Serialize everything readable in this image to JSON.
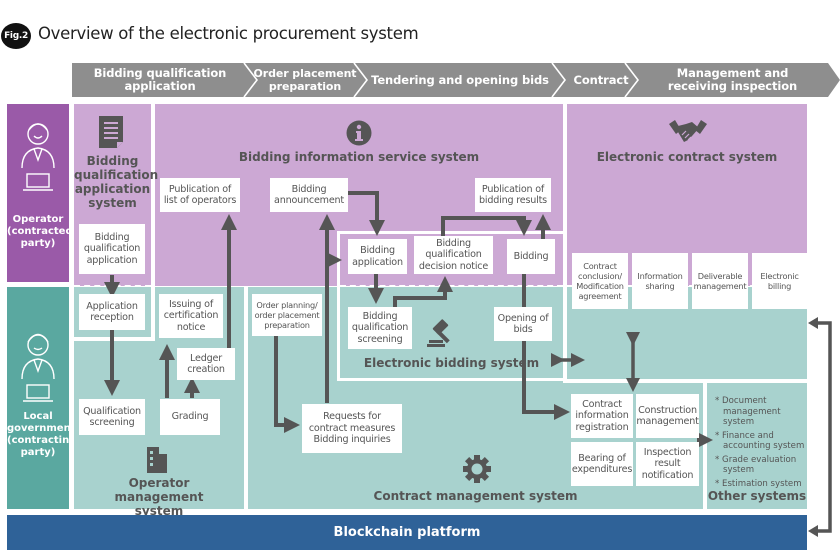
{
  "figure": {
    "badge": "Fig.2",
    "title": "Overview of the electronic procurement system"
  },
  "stages": [
    {
      "label": "Bidding qualification application"
    },
    {
      "label": "Order placement preparation"
    },
    {
      "label": "Tendering and opening bids"
    },
    {
      "label": "Contract"
    },
    {
      "label": "Management and receiving inspection"
    }
  ],
  "lanes": {
    "operator": {
      "label": "Operator (contracted party)",
      "icon": "person-with-laptop-icon"
    },
    "government": {
      "label": "Local government (contracting party)",
      "icon": "person-with-laptop-icon"
    }
  },
  "systems": {
    "bidding_qualification": {
      "title": "Bidding qualification application system",
      "icon": "document-icon",
      "boxes": {
        "application": "Bidding qualification application"
      }
    },
    "bidding_info": {
      "title": "Bidding information service system",
      "icon": "info-icon",
      "boxes": {
        "publication_operators": "Publication of list of operators",
        "announcement": "Bidding announcement",
        "publication_results": "Publication of bidding results"
      }
    },
    "electronic_bidding": {
      "title": "Electronic bidding system",
      "icon": "gavel-icon",
      "boxes": {
        "application": "Bidding application",
        "decision_notice": "Bidding qualification decision notice",
        "bidding": "Bidding",
        "screening": "Bidding qualification screening",
        "opening": "Opening of bids"
      }
    },
    "electronic_contract": {
      "title": "Electronic contract system",
      "icon": "handshake-icon",
      "boxes": {
        "conclusion": "Contract conclusion/ Modification agreement",
        "sharing": "Information sharing",
        "deliverable": "Deliverable management",
        "billing": "Electronic billing"
      }
    },
    "operator_management": {
      "title": "Operator management system",
      "icon": "building-icon",
      "boxes": {
        "reception": "Application reception",
        "certification": "Issuing of certification notice",
        "ledger": "Ledger creation",
        "screening": "Qualification screening",
        "grading": "Grading"
      }
    },
    "contract_management": {
      "title": "Contract management system",
      "icon": "gear-icon",
      "boxes": {
        "order_planning": "Order planning/ order placement preparation",
        "requests": "Requests for contract measures Bidding inquiries",
        "registration": "Contract information registration",
        "construction": "Construction management",
        "expenditures": "Bearing of expenditures",
        "inspection": "Inspection result notification"
      }
    },
    "other": {
      "title": "Other systems",
      "items": [
        "* Document management system",
        "* Finance and accounting system",
        "* Grade evaluation system",
        "* Estimation system"
      ]
    }
  },
  "platform": {
    "label": "Blockchain platform"
  },
  "colors": {
    "operator_lane": "#9a5aa8",
    "government_lane": "#5aa8a0",
    "operator_system": "#cca8d4",
    "government_system": "#a8d2ce",
    "stage_bar": "#8e8e8e",
    "blockchain": "#2f6298",
    "arrow": "#555555"
  }
}
